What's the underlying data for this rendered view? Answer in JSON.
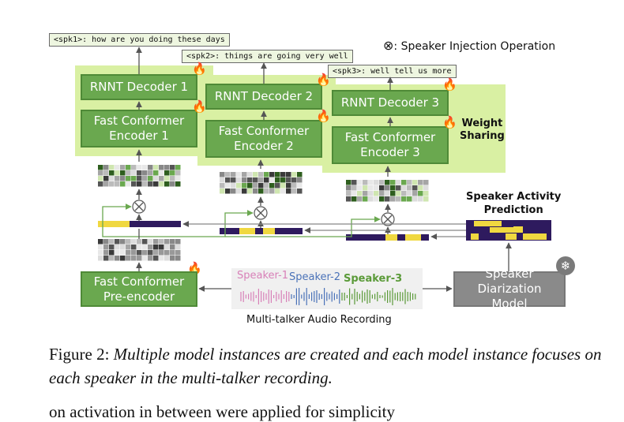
{
  "transcripts": {
    "spk1": "<spk1>: how are you doing these days",
    "spk2": "<spk2>: things are going very well",
    "spk3": "<spk3>: well tell us more"
  },
  "legend": {
    "symbol": "⊗",
    "text": ": Speaker Injection Operation"
  },
  "decoders": [
    "RNNT Decoder 1",
    "RNNT Decoder 2",
    "RNNT Decoder 3"
  ],
  "encoders": [
    "Fast Conformer\nEncoder 1",
    "Fast Conformer\nEncoder 2",
    "Fast Conformer\nEncoder 3"
  ],
  "weight_sharing": "Weight\nSharing",
  "speaker_activity": "Speaker Activity\nPrediction",
  "pre_encoder": "Fast Conformer\nPre-encoder",
  "diarization": "Speaker Diarization\nModel",
  "audio": {
    "speakers": [
      {
        "label": "Speaker-1",
        "color": "#d880b8"
      },
      {
        "label": "Speaker-2",
        "color": "#4a72b8"
      },
      {
        "label": "Speaker-3",
        "color": "#5a9a38"
      }
    ],
    "caption": "Multi-talker Audio Recording"
  },
  "figure_caption": {
    "prefix": "Figure 2: ",
    "text": "Multiple model instances are created and each model instance focuses on each speaker in the multi-talker recording."
  },
  "body_fragment": "on activation in between were applied for simplicity",
  "icons": {
    "trainable": "flame-icon",
    "frozen": "snowflake-icon",
    "injection": "circle-times-icon"
  },
  "colors": {
    "green": "#6aa84f",
    "panel": "#d9f0a3",
    "purple": "#2e1a5e",
    "yellow": "#f0d840",
    "gray": "#7f7f7f"
  }
}
